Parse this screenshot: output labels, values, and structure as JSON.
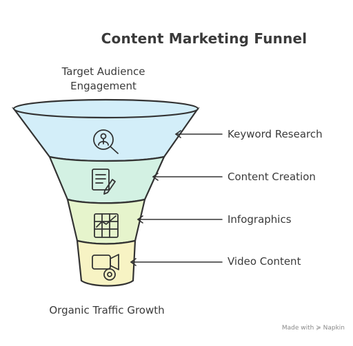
{
  "title": "Content Marketing Funnel",
  "top_label": "Target Audience Engagement",
  "bottom_label": "Organic Traffic Growth",
  "stages": [
    {
      "label": "Keyword Research",
      "icon": "keyword-research-icon",
      "color": "#d3eef9"
    },
    {
      "label": "Content Creation",
      "icon": "document-pencil-icon",
      "color": "#d3f1e3"
    },
    {
      "label": "Infographics",
      "icon": "infographic-chart-icon",
      "color": "#e6f4cc"
    },
    {
      "label": "Video Content",
      "icon": "video-camera-icon",
      "color": "#f7f3c4"
    }
  ],
  "watermark": "Made with ≽ Napkin"
}
